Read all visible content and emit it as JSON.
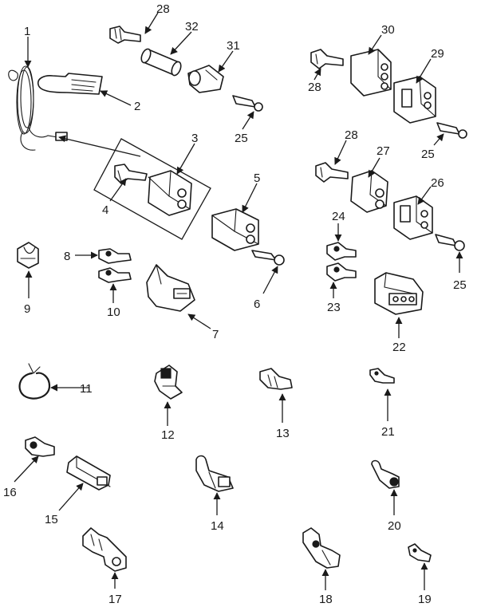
{
  "diagram": {
    "callouts": {
      "c1": "1",
      "c2": "2",
      "c3": "3",
      "c4": "4",
      "c5": "5",
      "c6": "6",
      "c7": "7",
      "c8": "8",
      "c9": "9",
      "c10": "10",
      "c11": "11",
      "c12": "12",
      "c13": "13",
      "c14": "14",
      "c15": "15",
      "c16": "16",
      "c17": "17",
      "c18": "18",
      "c19": "19",
      "c20": "20",
      "c21": "21",
      "c22": "22",
      "c23": "23",
      "c24": "24",
      "c25a": "25",
      "c25b": "25",
      "c25c": "25",
      "c26": "26",
      "c27": "27",
      "c28a": "28",
      "c28b": "28",
      "c28c": "28",
      "c29": "29",
      "c30": "30",
      "c31": "31",
      "c32": "32"
    }
  }
}
